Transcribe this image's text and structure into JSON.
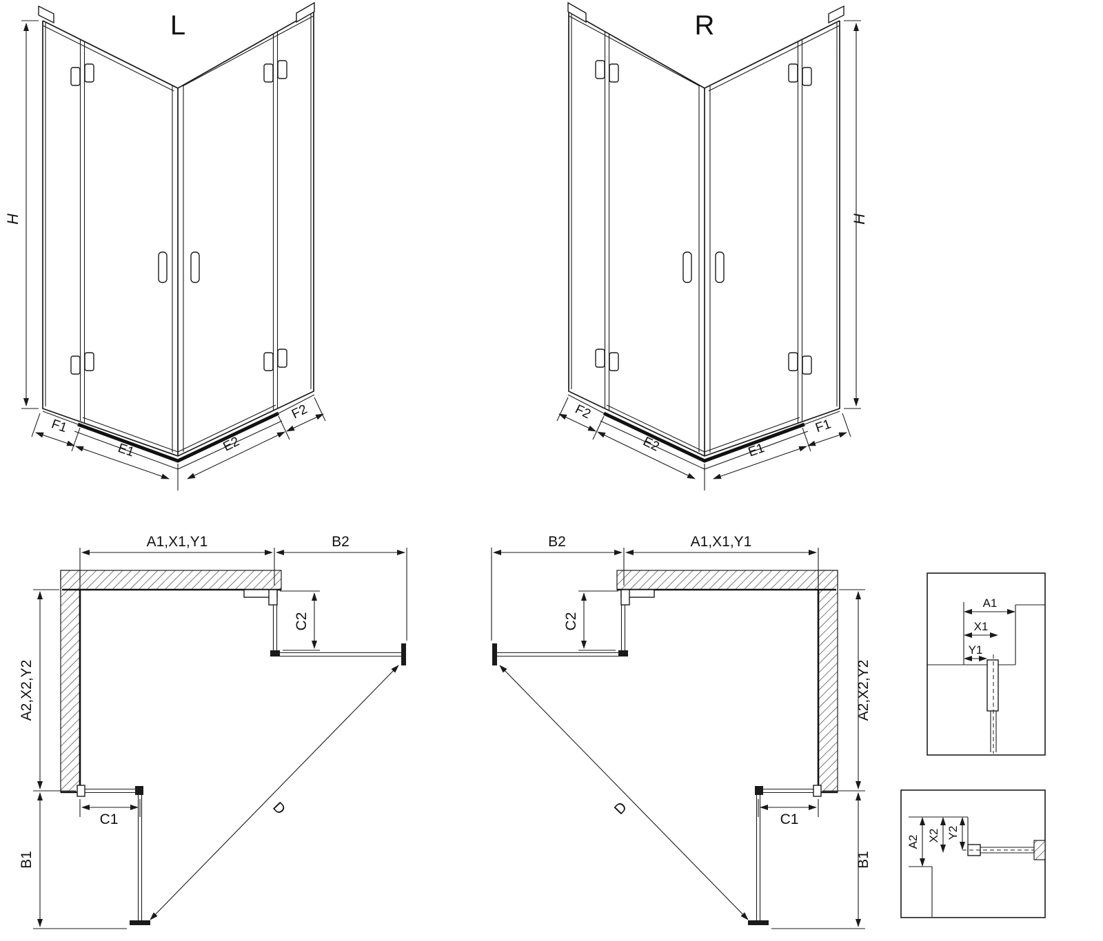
{
  "colors": {
    "line": "#1a1a1a",
    "background": "#ffffff"
  },
  "views": {
    "perspective_left": {
      "label": "L",
      "dims": {
        "h": "H",
        "f1": "F1",
        "e1": "E1",
        "e2": "E2",
        "f2": "F2"
      }
    },
    "perspective_right": {
      "label": "R",
      "dims": {
        "h": "H",
        "f1": "F1",
        "e1": "E1",
        "e2": "E2",
        "f2": "F2"
      }
    },
    "plan_left": {
      "dims": {
        "width_top": "A1,X1,Y1",
        "door_b2": "B2",
        "c2": "C2",
        "depth_side": "A2,X2,Y2",
        "c1": "C1",
        "b1": "B1",
        "diagonal": "D"
      }
    },
    "plan_right": {
      "dims": {
        "width_top": "A1,X1,Y1",
        "door_b2": "B2",
        "c2": "C2",
        "depth_side": "A2,X2,Y2",
        "c1": "C1",
        "b1": "B1",
        "diagonal": "D"
      }
    },
    "detail_top": {
      "dims": {
        "a1": "A1",
        "x1": "X1",
        "y1": "Y1"
      }
    },
    "detail_bottom": {
      "dims": {
        "a2": "A2",
        "x2": "X2",
        "y2": "Y2"
      }
    }
  }
}
